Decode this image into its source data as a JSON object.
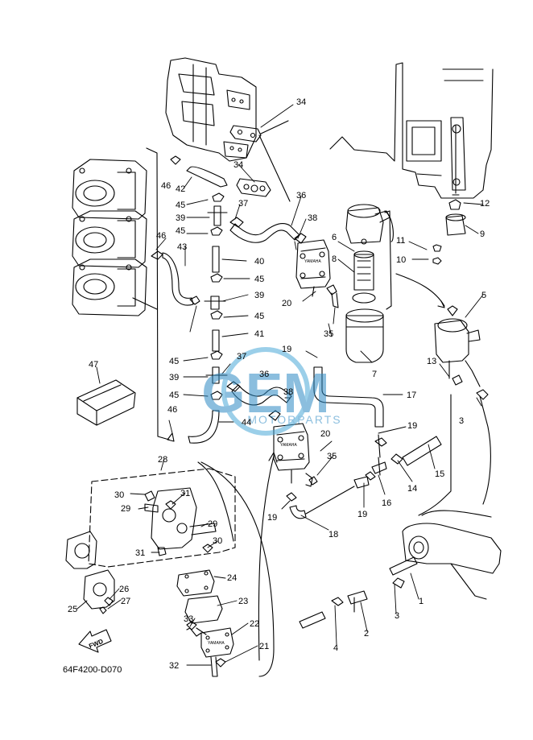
{
  "diagram": {
    "caption": "64F4200-D070",
    "fwd_label": "FWD",
    "watermark": {
      "main": "GEM",
      "sub": "MOTORPARTS"
    },
    "pump_label": "YAMAHA",
    "callouts": [
      "1",
      "2",
      "3",
      "3",
      "4",
      "5",
      "6",
      "7",
      "8",
      "9",
      "10",
      "11",
      "12",
      "13",
      "14",
      "15",
      "16",
      "17",
      "18",
      "19",
      "19",
      "19",
      "19",
      "20",
      "20",
      "21",
      "22",
      "23",
      "24",
      "25",
      "26",
      "27",
      "28",
      "29",
      "29",
      "30",
      "30",
      "31",
      "31",
      "32",
      "33",
      "34",
      "34",
      "35",
      "35",
      "36",
      "36",
      "37",
      "37",
      "38",
      "38",
      "39",
      "39",
      "39",
      "40",
      "41",
      "42",
      "43",
      "44",
      "45",
      "45",
      "45",
      "45",
      "45",
      "45",
      "46",
      "46",
      "46",
      "47"
    ]
  }
}
